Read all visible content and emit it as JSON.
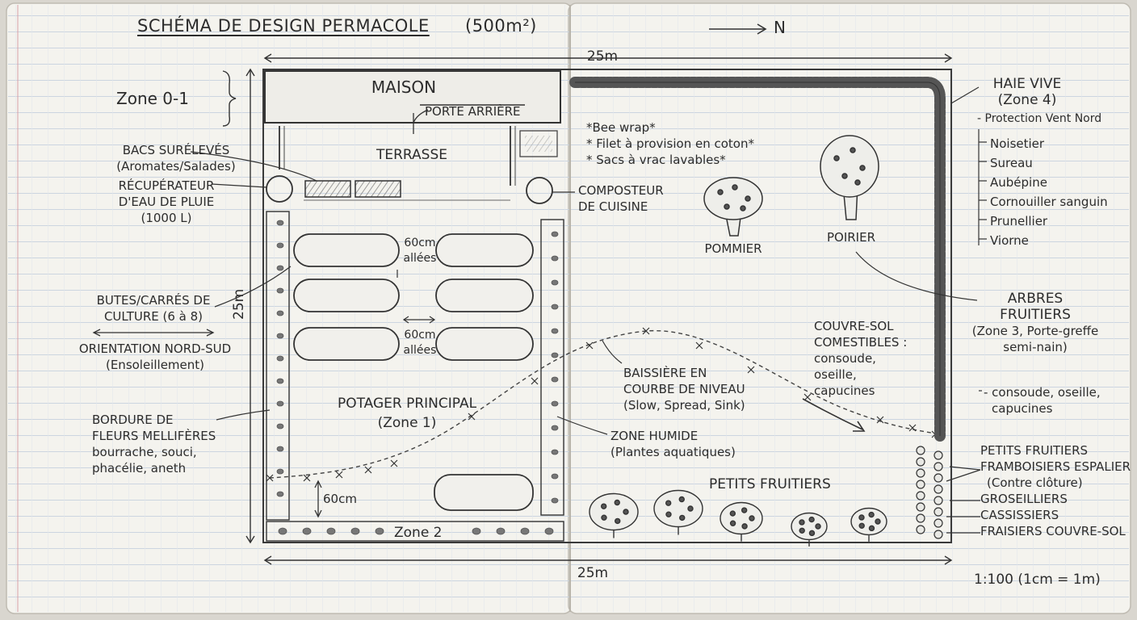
{
  "title": "SCHÉMA DE DESIGN PERMACOLE",
  "area": "(500m²)",
  "north": "N",
  "dims": {
    "top": "25m",
    "bottom": "25m",
    "left": "25m"
  },
  "scale": "1:100 (1cm = 1m)",
  "zone01": "Zone 0-1",
  "maison": "MAISON",
  "porte": "PORTE ARRIÈRE",
  "terrasse": "TERRASSE",
  "notes": [
    "*Bee wrap*",
    "* Filet à provision en coton*",
    "* Sacs à vrac lavables*"
  ],
  "bacs": [
    "BACS SURÉLEVÉS",
    "(Aromates/Salades)"
  ],
  "recup": [
    "RÉCUPÉRATEUR",
    "D'EAU DE PLUIE",
    "(1000 L)"
  ],
  "compost": [
    "COMPOSTEUR",
    "DE CUISINE"
  ],
  "allees1": [
    "60cm",
    "allées"
  ],
  "allees2": [
    "60cm",
    "allées"
  ],
  "buttes": [
    "BUTES/CARRÉS DE",
    "CULTURE (6 à 8)"
  ],
  "orientation": [
    "ORIENTATION NORD-SUD",
    "(Ensoleillement)"
  ],
  "bordure": [
    "BORDURE DE",
    "FLEURS MELLIFÈRES",
    "bourrache, souci,",
    "phacélie, aneth"
  ],
  "potager": [
    "POTAGER PRINCIPAL",
    "(Zone 1)"
  ],
  "zone2": "Zone 2",
  "sixty": "60cm",
  "zoneHumide": [
    "ZONE HUMIDE",
    "(Plantes aquatiques)"
  ],
  "baissiere": [
    "BAISSIÈRE EN",
    "COURBE DE NIVEAU",
    "(Slow, Spread, Sink)"
  ],
  "pommier": "POMMIER",
  "poirier": "POIRIER",
  "couvreSol": [
    "COUVRE-SOL",
    "COMESTIBLES :",
    "consoude,",
    "oseille,",
    "capucines"
  ],
  "petitsFruitiersCenter": "PETITS FRUITIERS",
  "haie": [
    "HAIE VIVE",
    "(Zone 4)"
  ],
  "protection": "- Protection Vent Nord",
  "hedgePlants": [
    "Noisetier",
    "Sureau",
    "Aubépine",
    "Cornouiller sanguin",
    "Prunellier",
    "Viorne"
  ],
  "arbres": [
    "ARBRES",
    "FRUITIERS",
    "(Zone 3, Porte-greffe",
    "semi-nain)"
  ],
  "consoudeRight": [
    "- consoude, oseille,",
    "capucines"
  ],
  "petitsFruitiersRight": [
    "PETITS FRUITIERS",
    "FRAMBOISIERS ESPALIER",
    "(Contre clôture)",
    "GROSEILLIERS",
    "CASSISSIERS",
    "FRAISIERS COUVRE-SOL"
  ],
  "colors": {
    "paper": "#f4f3ee",
    "ink": "#2f2f2f",
    "grid": "#c9d3df",
    "margin": "#d9a0a8"
  }
}
